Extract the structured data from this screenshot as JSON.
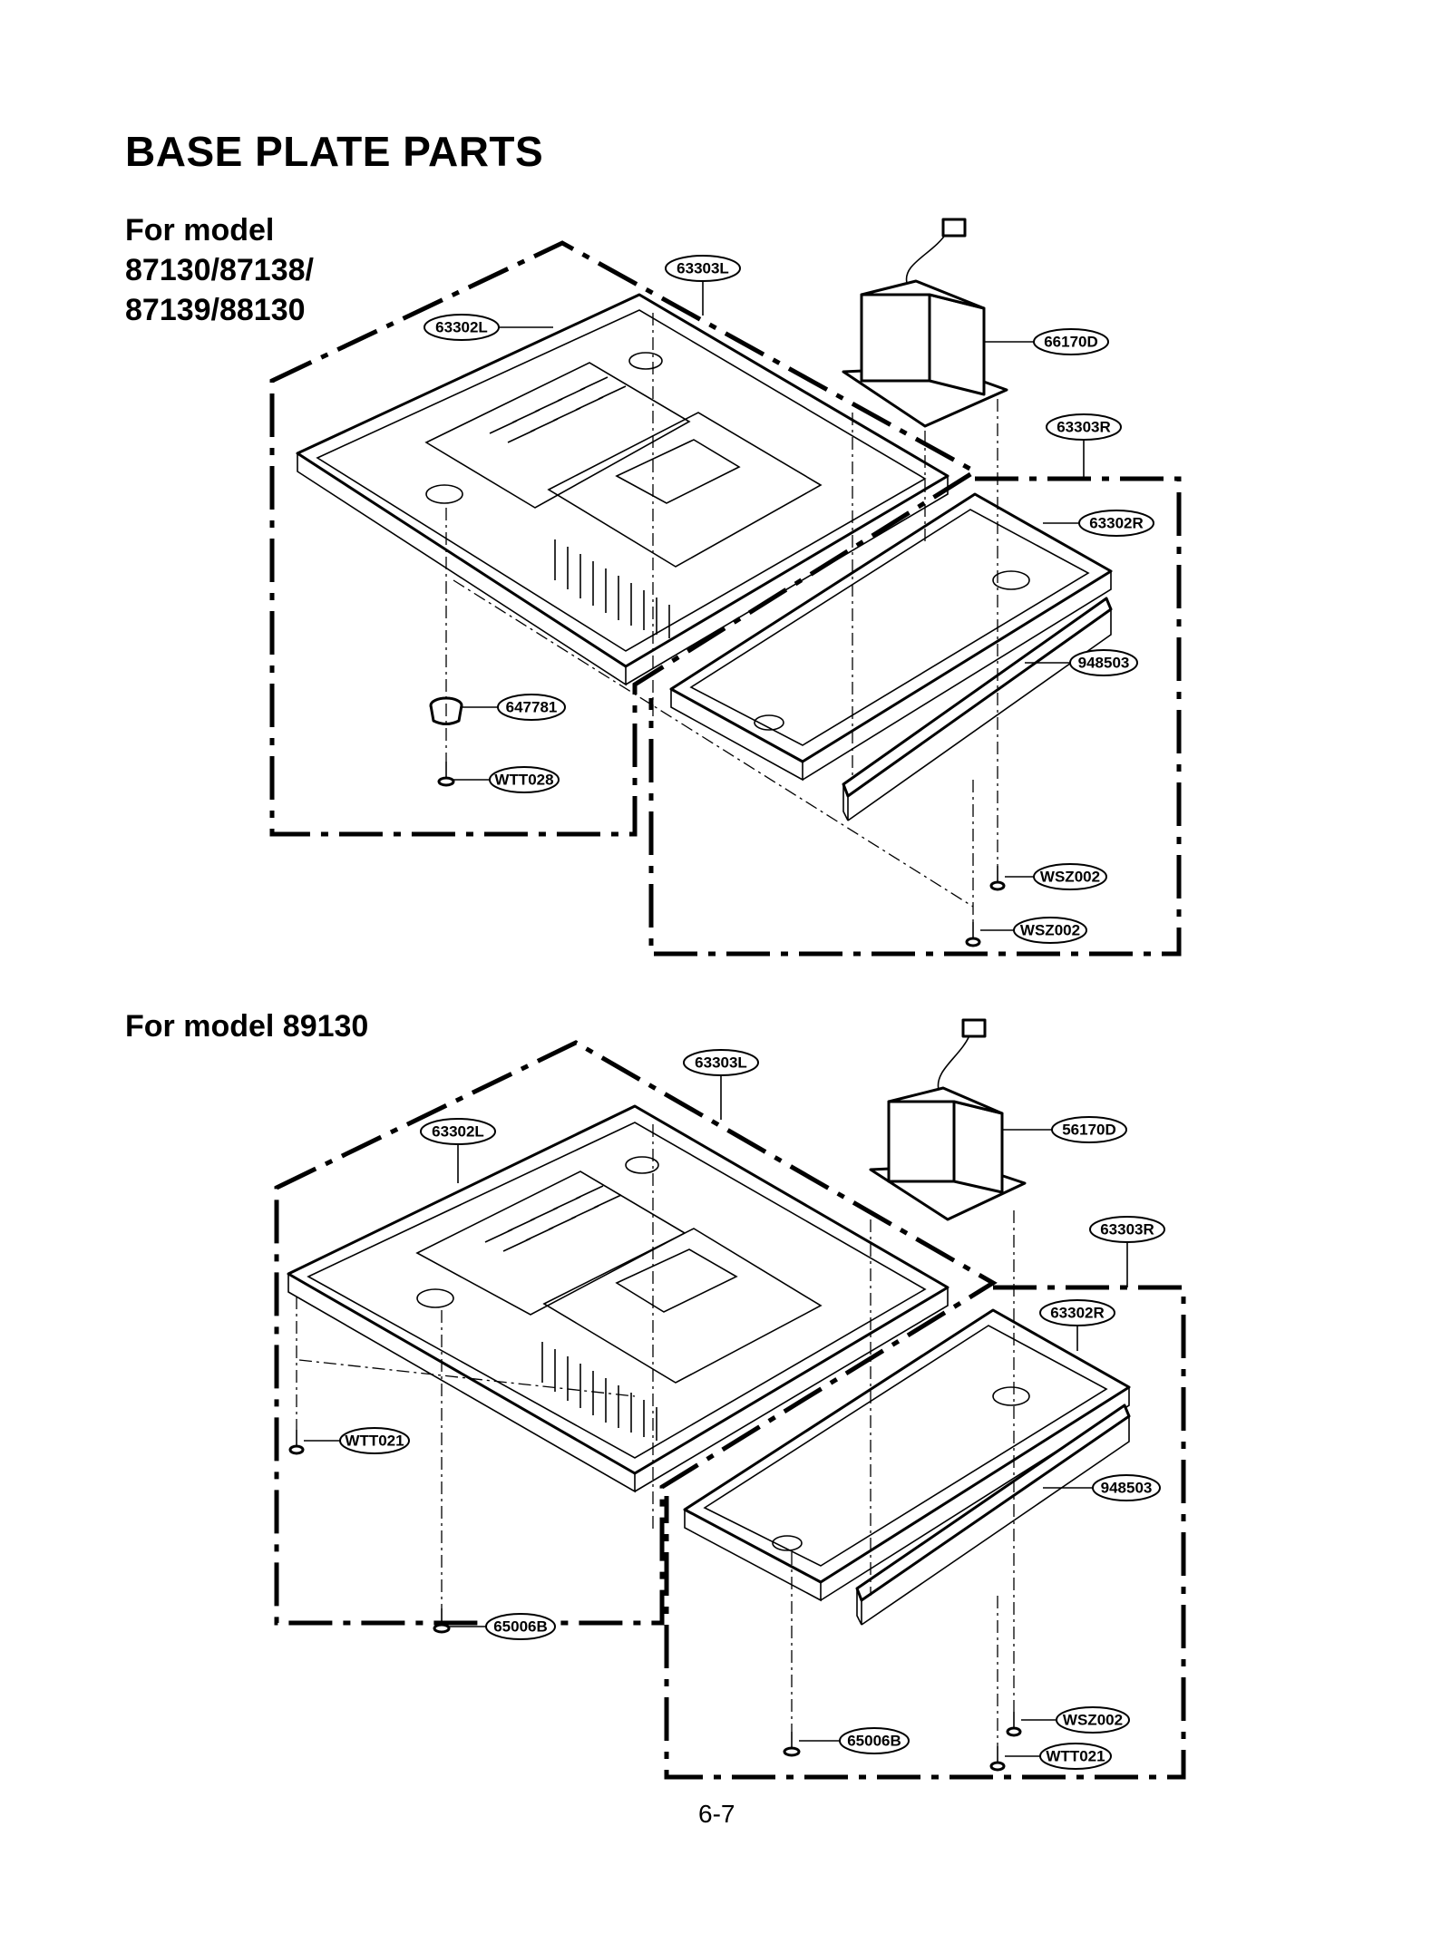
{
  "page": {
    "title": "BASE PLATE PARTS",
    "page_number": "6-7"
  },
  "section_a": {
    "heading_lines": [
      "For model",
      "87130/87138/",
      "87139/88130"
    ],
    "callouts": {
      "c63303L": "63303L",
      "c63302L": "63302L",
      "c66170D": "66170D",
      "c63303R": "63303R",
      "c63302R": "63302R",
      "c948503": "948503",
      "c647781": "647781",
      "cWTT028": "WTT028",
      "cWSZ002a": "WSZ002",
      "cWSZ002b": "WSZ002"
    }
  },
  "section_b": {
    "heading_lines": [
      "For model 89130"
    ],
    "callouts": {
      "c63303L": "63303L",
      "c63302L": "63302L",
      "c56170D": "56170D",
      "c63303R": "63303R",
      "c63302R": "63302R",
      "c948503": "948503",
      "cWTT021a": "WTT021",
      "c65006Ba": "65006B",
      "c65006Bb": "65006B",
      "cWSZ002": "WSZ002",
      "cWTT021b": "WTT021"
    }
  }
}
